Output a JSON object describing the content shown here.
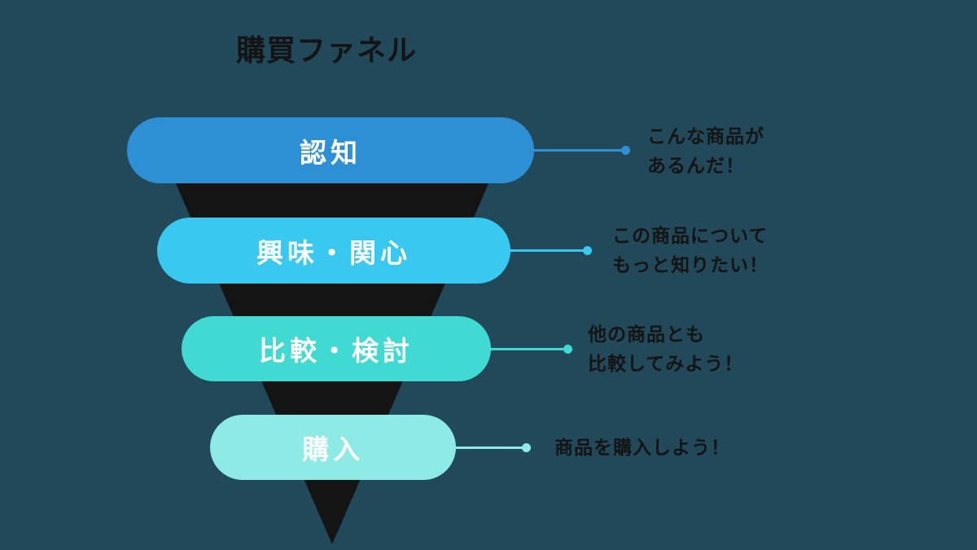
{
  "title": "購買ファネル",
  "colors": {
    "background": "#21495A",
    "funnel_shadow": "#141414",
    "ink": "#141414",
    "stage_label_text": "#FFFFFF"
  },
  "stages": [
    {
      "label": "認知",
      "color": "#2E90D4",
      "annotation_lines": [
        "こんな商品が",
        "あるんだ！"
      ]
    },
    {
      "label": "興味・関心",
      "color": "#38C8F0",
      "annotation_lines": [
        "この商品について",
        "もっと知りたい！"
      ]
    },
    {
      "label": "比較・検討",
      "color": "#40DAD2",
      "annotation_lines": [
        "他の商品とも",
        "比較してみよう！"
      ]
    },
    {
      "label": "購入",
      "color": "#8EEAE5",
      "annotation_lines": [
        "商品を購入しよう！"
      ]
    }
  ]
}
